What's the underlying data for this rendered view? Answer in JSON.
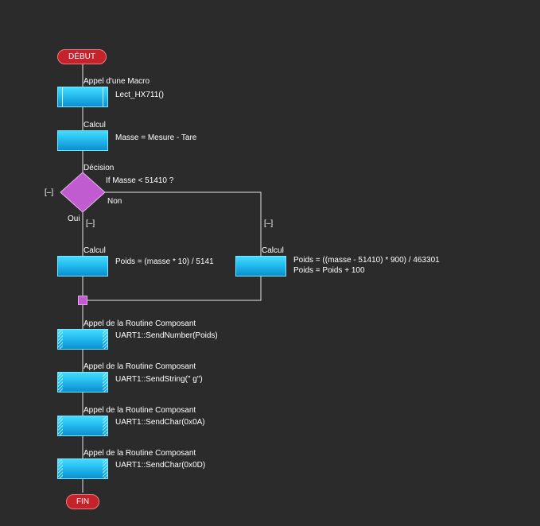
{
  "flowchart": {
    "start_label": "DÉBUT",
    "end_label": "FIN",
    "macro": {
      "type": "Appel d'une Macro",
      "text": "Lect_HX711()"
    },
    "calc1": {
      "type": "Calcul",
      "text": "Masse = Mesure - Tare"
    },
    "decision": {
      "type": "Décision",
      "condition": "If  Masse < 51410 ?",
      "yes_label": "Oui",
      "no_label": "Non",
      "collapse_main": "[–]",
      "collapse_yes": "[–]",
      "collapse_no": "[–]"
    },
    "calc_yes": {
      "type": "Calcul",
      "text": "Poids = (masse * 10) / 5141"
    },
    "calc_no": {
      "type": "Calcul",
      "text_line1": "Poids = ((masse - 51410) * 900) / 463301",
      "text_line2": "Poids = Poids + 100"
    },
    "routines": [
      {
        "type": "Appel de la Routine Composant",
        "text": "UART1::SendNumber(Poids)"
      },
      {
        "type": "Appel de la Routine Composant",
        "text": "UART1::SendString(\" g\")"
      },
      {
        "type": "Appel de la Routine Composant",
        "text": "UART1::SendChar(0x0A)"
      },
      {
        "type": "Appel de la Routine Composant",
        "text": "UART1::SendChar(0x0D)"
      }
    ],
    "colors": {
      "background": "#2b2b2b",
      "connector": "#e6e6e6",
      "action_box": "#1fb3ea",
      "terminal": "#c4232b",
      "decision": "#c05cd0"
    }
  }
}
